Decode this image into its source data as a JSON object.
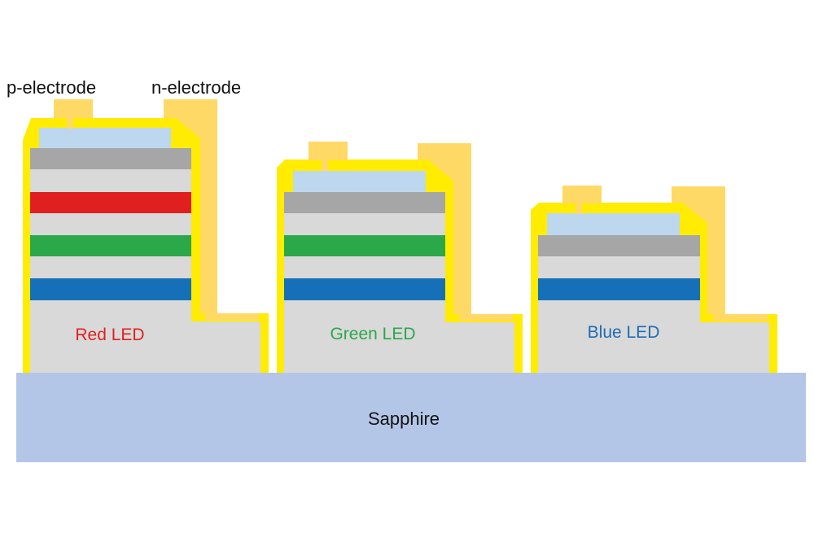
{
  "labels": {
    "p_electrode": "p-electrode",
    "n_electrode": "n-electrode",
    "substrate": "Sapphire"
  },
  "devices": [
    {
      "name": "Red LED",
      "color": "#e02020"
    },
    {
      "name": "Green LED",
      "color": "#2aa84a"
    },
    {
      "name": "Blue LED",
      "color": "#1f6cb4"
    }
  ],
  "colors": {
    "substrate": "#b4c6e7",
    "semiconductor": "#d9d9d9",
    "passivation": "#ffec00",
    "electrode": "#ffd966",
    "current_spreading": "#bdd7ee",
    "contact_layer": "#a6a6a6",
    "red_layer": "#e02020",
    "green_layer": "#2aa84a",
    "blue_layer": "#1670b8"
  }
}
